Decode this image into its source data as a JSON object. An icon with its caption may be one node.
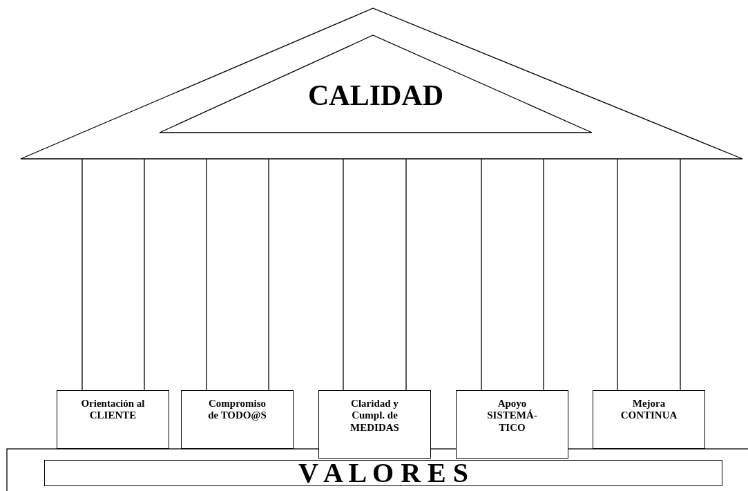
{
  "diagram": {
    "nodes": [
      {
        "text": [
          "CALIDAD"
        ]
      },
      {
        "text": [
          "Orientación al CLIENTE"
        ]
      },
      {
        "text": [
          "Compromiso de TODO@S"
        ]
      },
      {
        "text": [
          "Claridad y Cumpl. de MEDIDAS"
        ]
      },
      {
        "text": [
          "Apoyo SISTEMÁ- TICO"
        ]
      },
      {
        "text": [
          "Mejora CONTINUA"
        ]
      },
      {
        "text": [
          "V A L O R E S"
        ]
      }
    ]
  }
}
